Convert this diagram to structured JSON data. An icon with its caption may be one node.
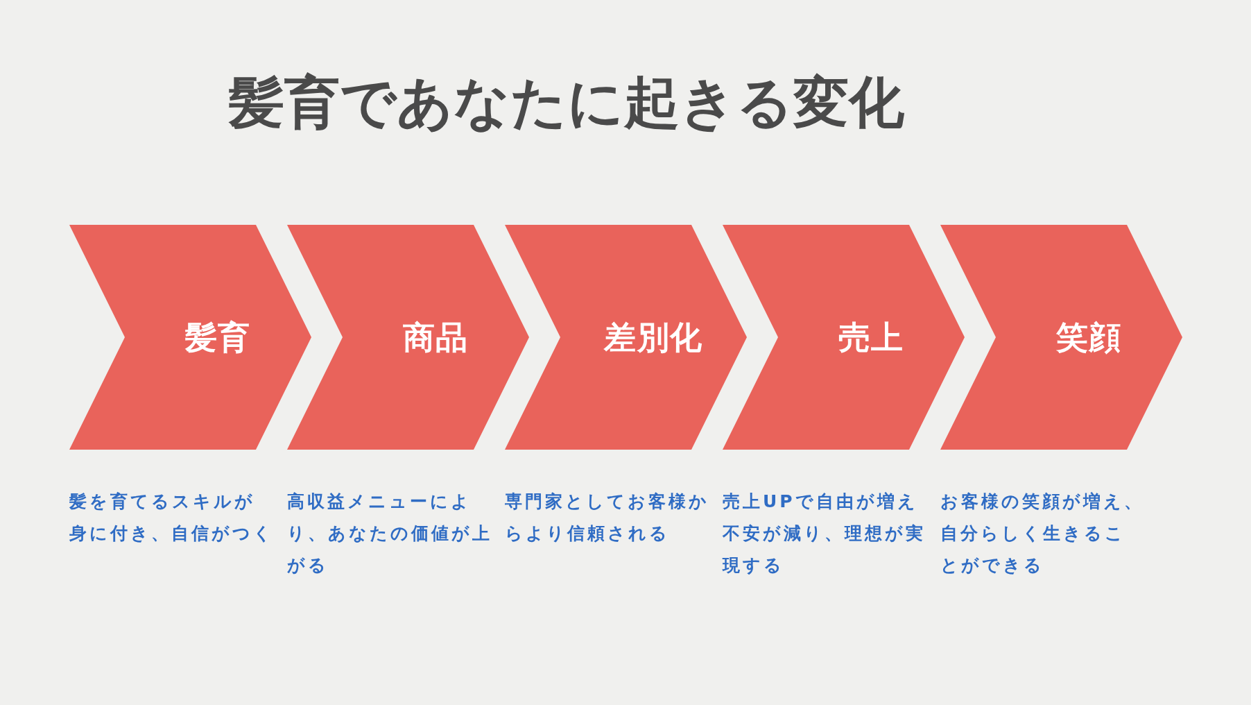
{
  "diagram": {
    "title": "髪育であなたに起きる変化",
    "nodes": [
      {
        "text": [
          "髪育"
        ],
        "beside": [
          "髪を育てるスキルが身に付き、自信がつく"
        ]
      },
      {
        "text": [
          "商品"
        ],
        "beside": [
          "高収益メニューにより、あなたの価値が上がる"
        ]
      },
      {
        "text": [
          "差別化"
        ],
        "beside": [
          "専門家としてお客様からより信頼される"
        ]
      },
      {
        "text": [
          "売上"
        ],
        "beside": [
          "売上UPで自由が増え不安が減り、理想が実現する"
        ]
      },
      {
        "text": [
          "笑顔"
        ],
        "beside": [
          "お客様の笑顔が増え、自分らしく生きることができる"
        ]
      }
    ]
  }
}
